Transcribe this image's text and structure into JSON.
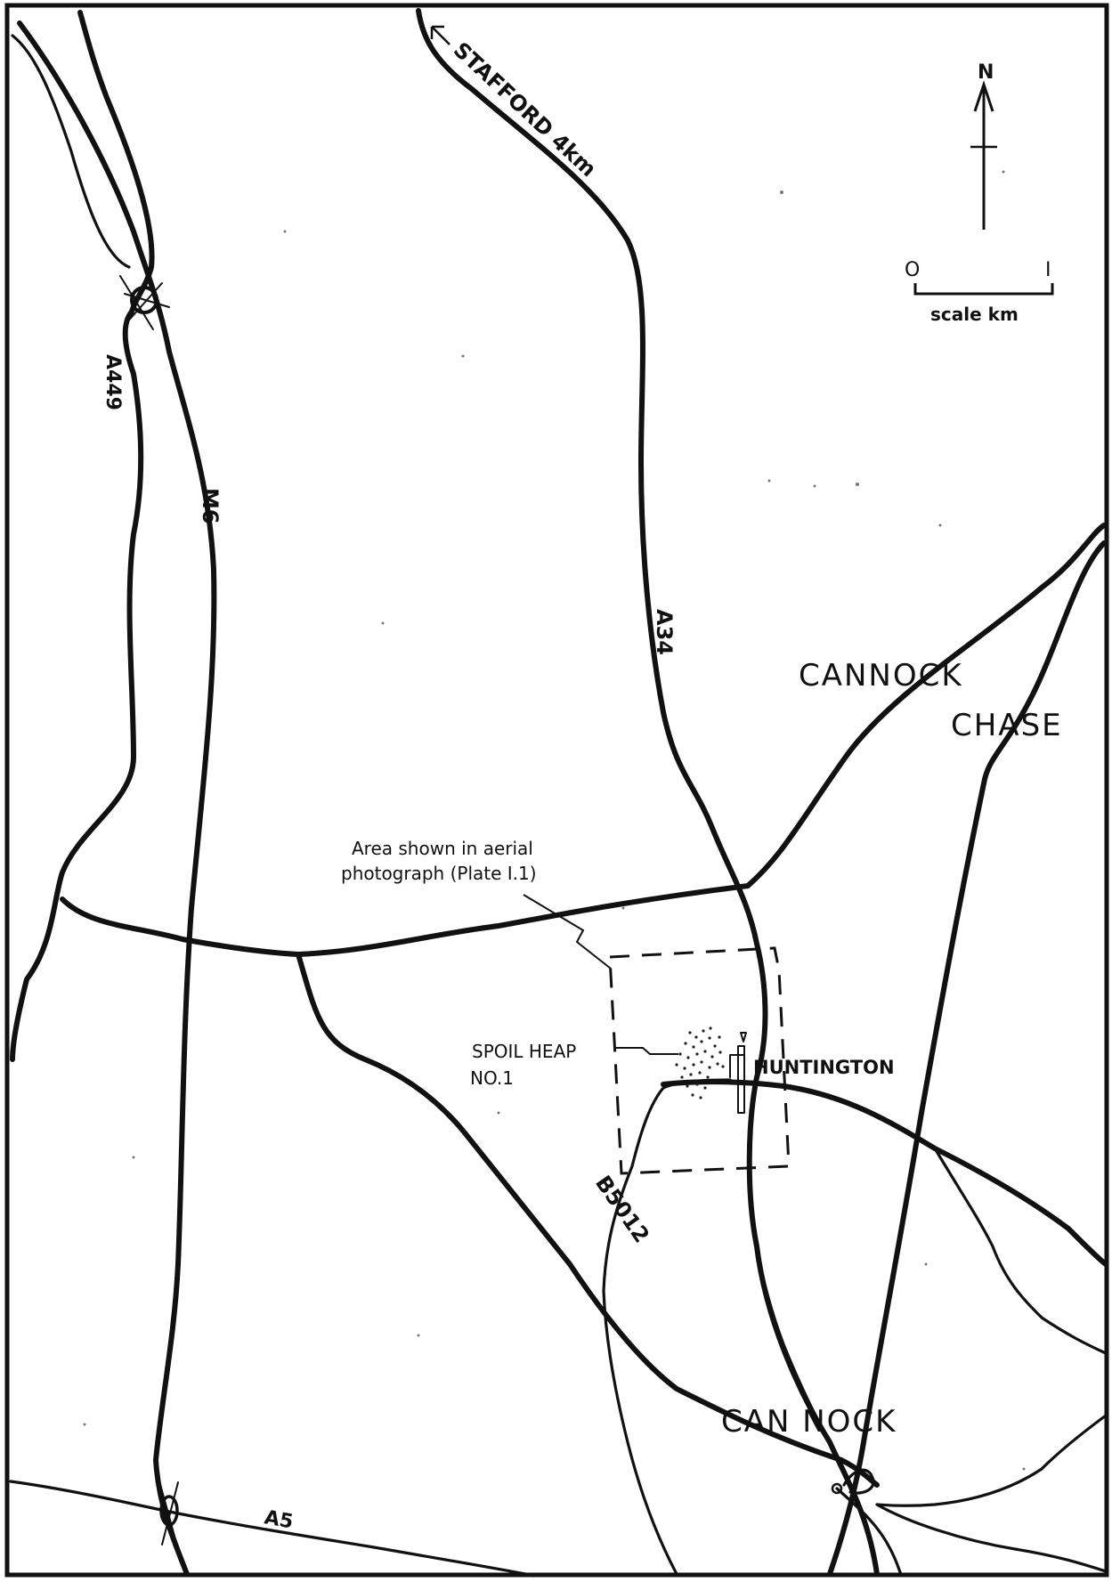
{
  "map": {
    "places": {
      "cannock_chase_line1": "CANNOCK",
      "cannock_chase_line2": "CHASE",
      "cannock_town": "CAN NOCK",
      "huntington": "HUNTINGTON"
    },
    "roads": {
      "stafford": "STAFFORD 4km",
      "a449": "A449",
      "m6": "M6",
      "a34": "A34",
      "b5012": "B5012",
      "a5": "A5"
    },
    "annotations": {
      "aerial_line1": "Area shown in aerial",
      "aerial_line2": "photograph (Plate I.1)",
      "spoil_line1": "SPOIL HEAP",
      "spoil_line2": "NO.1"
    },
    "north_arrow": {
      "label": "N"
    },
    "scale_bar": {
      "zero": "O",
      "one": "I",
      "label": "scale km"
    }
  }
}
